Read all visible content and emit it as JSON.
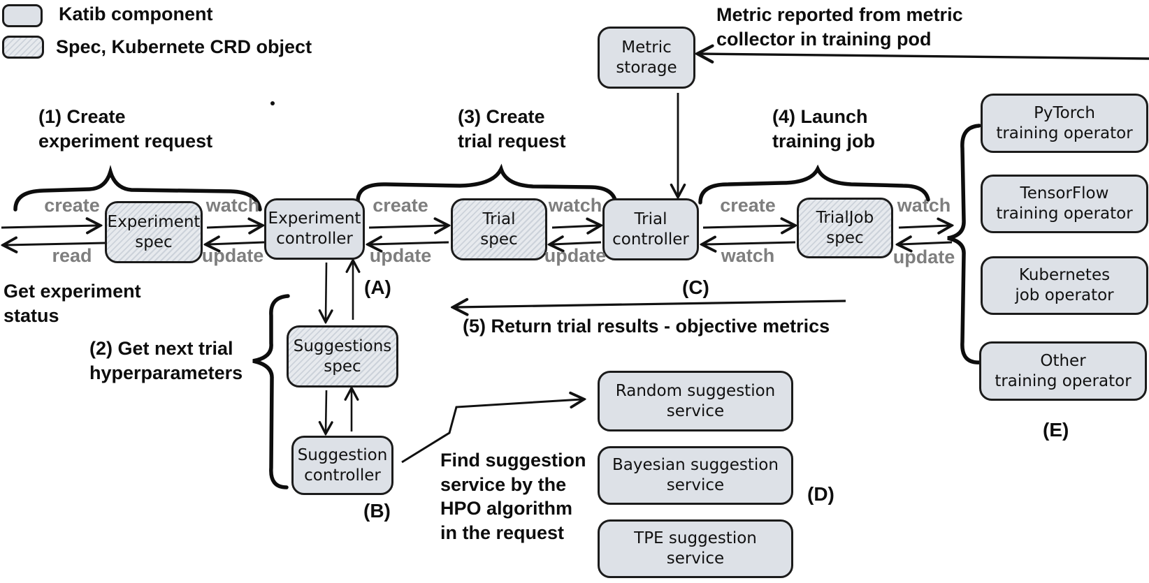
{
  "legend": {
    "katib_label": "Katib component",
    "spec_label": "Spec, Kubernete CRD object"
  },
  "nodes": {
    "metric_storage": "Metric\nstorage",
    "experiment_spec": "Experiment\nspec",
    "experiment_controller": "Experiment\ncontroller",
    "trial_spec": "Trial\nspec",
    "trial_controller": "Trial\ncontroller",
    "trialjob_spec": "TrialJob\nspec",
    "suggestions_spec": "Suggestions\nspec",
    "suggestion_controller": "Suggestion\ncontroller",
    "pytorch_operator": "PyTorch\ntraining operator",
    "tensorflow_operator": "TensorFlow\ntraining operator",
    "kubernetes_job_operator": "Kubernetes\njob operator",
    "other_operator": "Other\ntraining operator",
    "random_service": "Random suggestion\nservice",
    "bayesian_service": "Bayesian suggestion\nservice",
    "tpe_service": "TPE suggestion\nservice"
  },
  "annotations": {
    "step1": "(1) Create\nexperiment request",
    "step2": "(2) Get next trial\nhyperparameters",
    "step3": "(3) Create\ntrial request",
    "step4": "(4) Launch\ntraining job",
    "step5": "(5) Return trial results - objective metrics",
    "metric_note": "Metric reported from metric\ncollector in training pod",
    "get_status": "Get experiment\nstatus",
    "find_service": "Find suggestion\nservice by the\nHPO algorithm\nin the request"
  },
  "markers": {
    "a": "(A)",
    "b": "(B)",
    "c": "(C)",
    "d": "(D)",
    "e": "(E)"
  },
  "edge_labels": {
    "g0_top": "create",
    "g0_bottom": "read",
    "g1_top": "watch",
    "g1_bottom": "update",
    "g2_top": "create",
    "g2_bottom": "update",
    "g3_top": "watch",
    "g3_bottom": "update",
    "g4_top": "create",
    "g4_bottom": "watch",
    "g5_top": "watch",
    "g5_bottom": "update"
  },
  "colors": {
    "box_fill": "#dde1e7",
    "hatch_line": "#ccd2da",
    "border": "#1b1b1b",
    "edge_label_gray": "#7e7e7e"
  }
}
